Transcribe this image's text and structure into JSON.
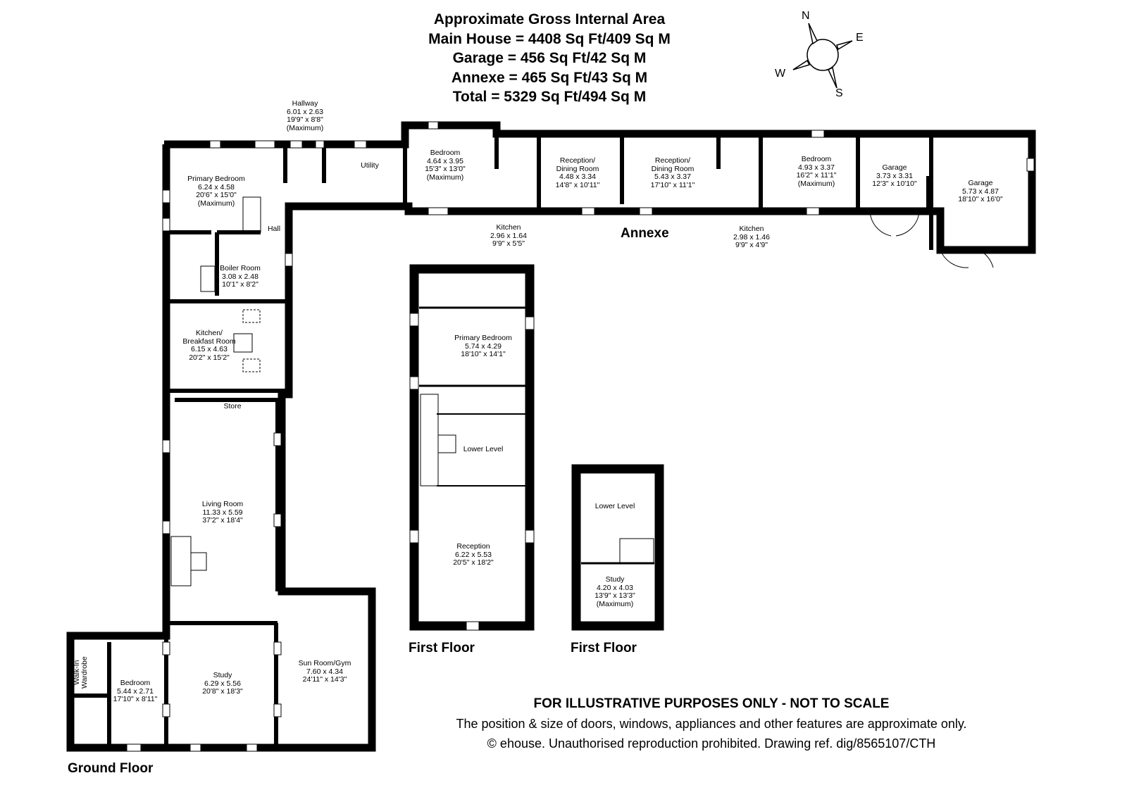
{
  "header": {
    "title": "Approximate Gross Internal Area",
    "main_house": "Main House = 4408 Sq Ft/409 Sq M",
    "garage": "Garage = 456 Sq Ft/42 Sq M",
    "annexe": "Annexe = 465 Sq Ft/43 Sq M",
    "total": "Total = 5329 Sq Ft/494 Sq M"
  },
  "compass": {
    "n": "N",
    "e": "E",
    "s": "S",
    "w": "W"
  },
  "rooms": {
    "hallway": {
      "name": "Hallway",
      "metric": "6.01 x 2.63",
      "imperial": "19'9\" x 8'8\"",
      "note": "(Maximum)"
    },
    "primary_bedroom_gf": {
      "name": "Primary Bedroom",
      "metric": "6.24 x 4.58",
      "imperial": "20'6\" x 15'0\"",
      "note": "(Maximum)"
    },
    "utility": {
      "name": "Utility"
    },
    "hall": {
      "name": "Hall"
    },
    "boiler_room": {
      "name": "Boiler Room",
      "metric": "3.08 x 2.48",
      "imperial": "10'1\" x 8'2\""
    },
    "kitchen_breakfast": {
      "name": "Kitchen/",
      "name2": "Breakfast Room",
      "metric": "6.15 x 4.63",
      "imperial": "20'2\" x 15'2\""
    },
    "store": {
      "name": "Store"
    },
    "living_room": {
      "name": "Living Room",
      "metric": "11.33 x 5.59",
      "imperial": "37'2\" x 18'4\""
    },
    "study_gf": {
      "name": "Study",
      "metric": "6.29 x 5.56",
      "imperial": "20'8\" x 18'3\""
    },
    "sun_room": {
      "name": "Sun Room/Gym",
      "metric": "7.60 x 4.34",
      "imperial": "24'11\" x 14'3\""
    },
    "bedroom_gf": {
      "name": "Bedroom",
      "metric": "5.44 x 2.71",
      "imperial": "17'10\" x 8'11\""
    },
    "walk_in": {
      "name": "Walk-In",
      "name2": "Wardrobe"
    },
    "annex_bedroom_1": {
      "name": "Bedroom",
      "metric": "4.64 x 3.95",
      "imperial": "15'3\" x 13'0\"",
      "note": "(Maximum)"
    },
    "annex_kitchen_1": {
      "name": "Kitchen",
      "metric": "2.96 x 1.64",
      "imperial": "9'9\" x 5'5\""
    },
    "annex_reception_1": {
      "name": "Reception/",
      "name2": "Dining Room",
      "metric": "4.48 x 3.34",
      "imperial": "14'8\" x 10'11\""
    },
    "annex_reception_2": {
      "name": "Reception/",
      "name2": "Dining Room",
      "metric": "5.43 x 3.37",
      "imperial": "17'10\" x 11'1\""
    },
    "annex_kitchen_2": {
      "name": "Kitchen",
      "metric": "2.98 x 1.46",
      "imperial": "9'9\" x 4'9\""
    },
    "annex_bedroom_2": {
      "name": "Bedroom",
      "metric": "4.93 x 3.37",
      "imperial": "16'2\" x 11'1\"",
      "note": "(Maximum)"
    },
    "garage_1": {
      "name": "Garage",
      "metric": "3.73 x 3.31",
      "imperial": "12'3\" x 10'10\""
    },
    "garage_2": {
      "name": "Garage",
      "metric": "5.73 x 4.87",
      "imperial": "18'10\" x 16'0\""
    },
    "primary_bedroom_ff": {
      "name": "Primary Bedroom",
      "metric": "5.74 x 4.29",
      "imperial": "18'10\" x 14'1\""
    },
    "lower_level_1": {
      "name": "Lower Level"
    },
    "reception_ff": {
      "name": "Reception",
      "metric": "6.22 x 5.53",
      "imperial": "20'5\" x 18'2\""
    },
    "lower_level_2": {
      "name": "Lower Level"
    },
    "study_ff": {
      "name": "Study",
      "metric": "4.20 x 4.03",
      "imperial": "13'9\" x 13'3\"",
      "note": "(Maximum)"
    }
  },
  "floors": {
    "ground": "Ground Floor",
    "first_a": "First Floor",
    "first_b": "First Floor",
    "annexe": "Annexe"
  },
  "disclaimer": {
    "line1": "FOR ILLUSTRATIVE PURPOSES ONLY - NOT TO SCALE",
    "line2": "The position & size of doors, windows, appliances and other features are approximate only.",
    "line3": "© ehouse. Unauthorised reproduction prohibited. Drawing ref. dig/8565107/CTH"
  }
}
